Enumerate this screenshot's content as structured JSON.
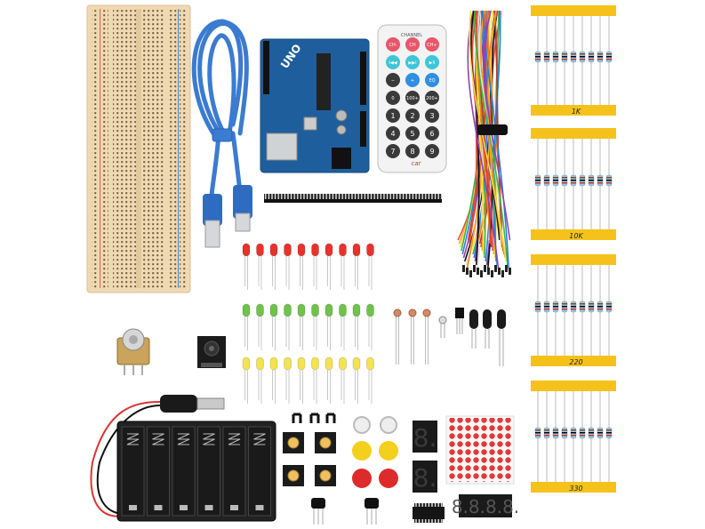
{
  "remote": {
    "brand": "CHANNEL",
    "row1": [
      "CH-",
      "CH",
      "CH+"
    ],
    "row2": [
      "I◀◀",
      "▶▶I",
      "▶II"
    ],
    "row3": [
      "−",
      "+",
      "EQ"
    ],
    "row4": [
      "0",
      "100+",
      "200+"
    ],
    "digits": [
      "1",
      "2",
      "3",
      "4",
      "5",
      "6",
      "7",
      "8",
      "9"
    ],
    "logo": "car"
  },
  "arduino": {
    "label": "UNO"
  },
  "resistor_tapes": [
    "1K",
    "10K",
    "220",
    "330"
  ],
  "segment_single_text": "8.",
  "segment_quad_text": "8.8.8.8.",
  "colors": {
    "breadboard": "#efd9b2",
    "pcb": "#1f5e9c",
    "cable": "#3b7bd0",
    "tape": "#f5c21b",
    "led_red": "#e8322c",
    "led_green": "#6fc24a",
    "led_yellow": "#f2e350",
    "battery": "#2a2a2a"
  }
}
